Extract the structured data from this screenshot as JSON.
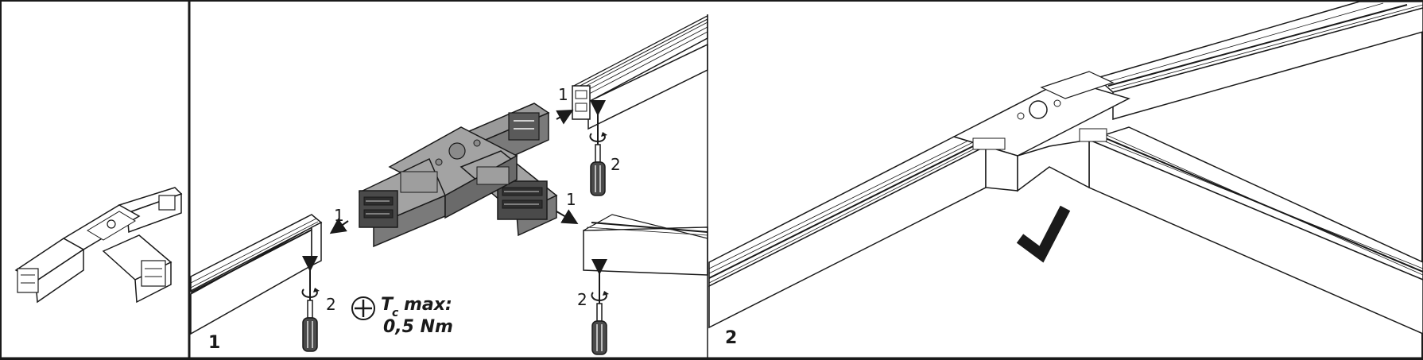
{
  "panels": {
    "step1": {
      "number": "1"
    },
    "step2": {
      "number": "2"
    }
  },
  "callouts": {
    "remove_cover": "1",
    "tighten_screw": "2"
  },
  "torque": {
    "symbol": "T",
    "subscript": "c",
    "label": "max:",
    "value": "0,5 Nm"
  },
  "colors": {
    "line": "#1a1a1a",
    "connector_body": "#8c8c8c",
    "connector_dark": "#3f3f3f",
    "rail_face": "#ffffff"
  },
  "icons": [
    "t-connector-thumbnail-icon",
    "phillips-screwdriver-icon",
    "checkmark-icon",
    "arrow-icon"
  ]
}
